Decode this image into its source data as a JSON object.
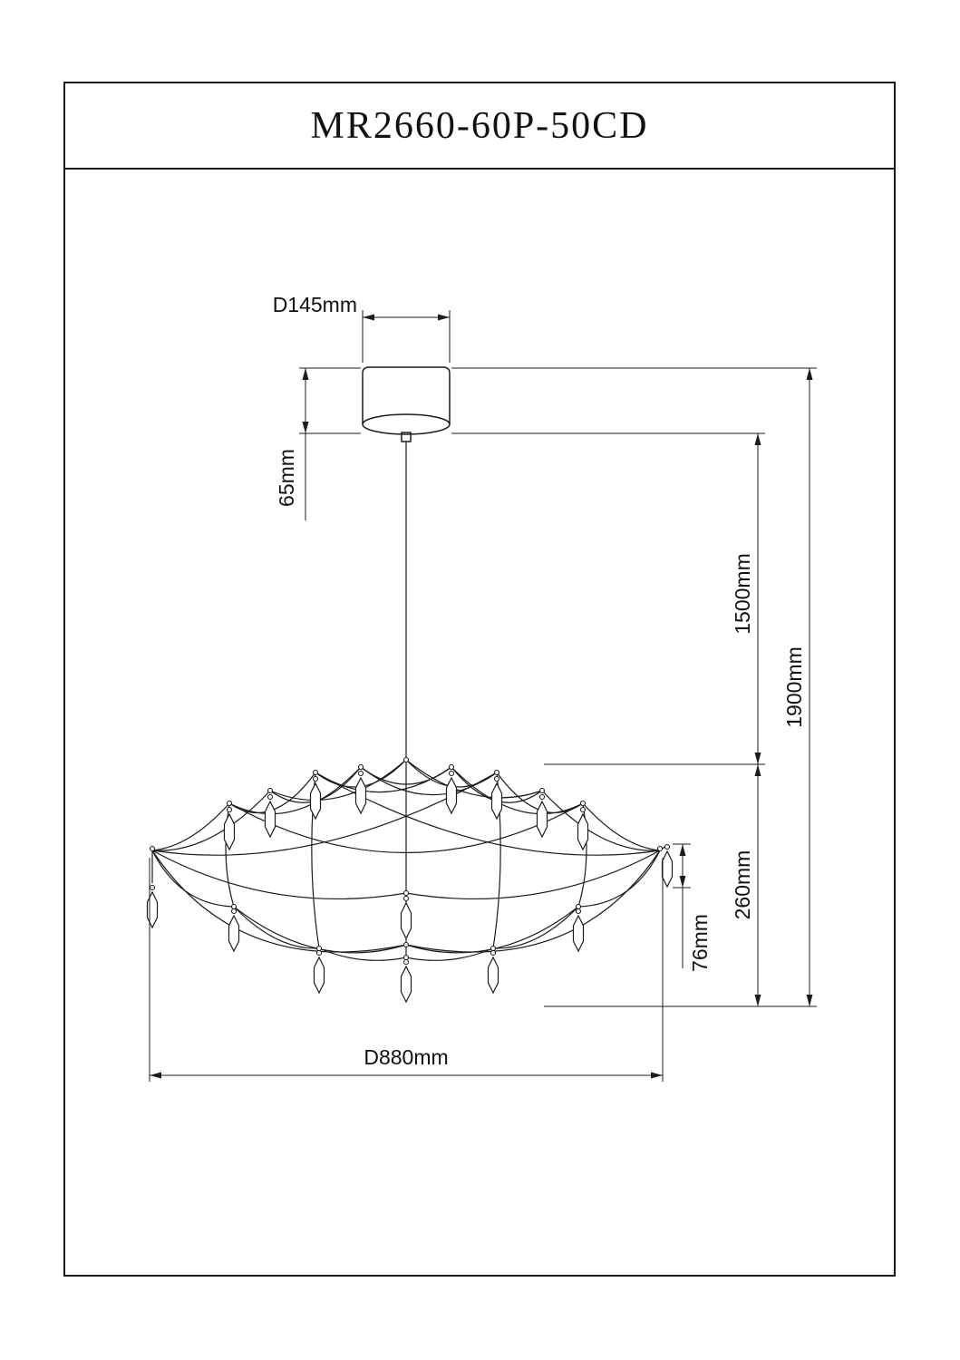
{
  "title": "MR2660-60P-50CD",
  "dims": {
    "canopy_diameter": "D145mm",
    "canopy_height": "65mm",
    "cord_length": "1500mm",
    "overall_height": "1900mm",
    "fixture_height": "260mm",
    "crystal_length": "76mm",
    "fixture_diameter": "D880mm"
  }
}
